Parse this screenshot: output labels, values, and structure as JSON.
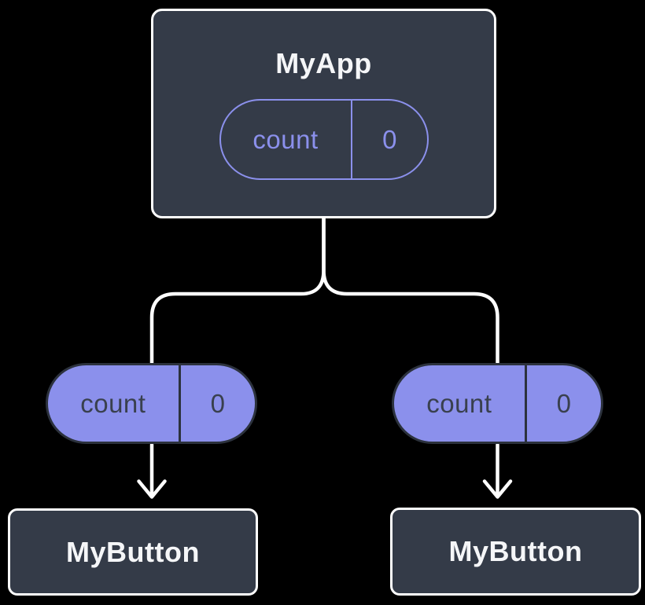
{
  "diagram": {
    "description": "Component tree diagram: parent app state shared down to two buttons as props",
    "background": "#000000",
    "colors": {
      "node_fill": "#343B48",
      "node_border": "#FFFFFF",
      "accent_purple": "#8B90EC",
      "pill_dark_border": "#2C323D",
      "pill_dark_text": "#39404E",
      "connector": "#FFFFFF",
      "title_text": "#F5F6F8"
    },
    "root_node": {
      "title": "MyApp",
      "state_pill": {
        "name": "count",
        "value": "0"
      }
    },
    "left_branch": {
      "prop_pill": {
        "name": "count",
        "value": "0"
      },
      "node_title": "MyButton"
    },
    "right_branch": {
      "prop_pill": {
        "name": "count",
        "value": "0"
      },
      "node_title": "MyButton"
    }
  }
}
